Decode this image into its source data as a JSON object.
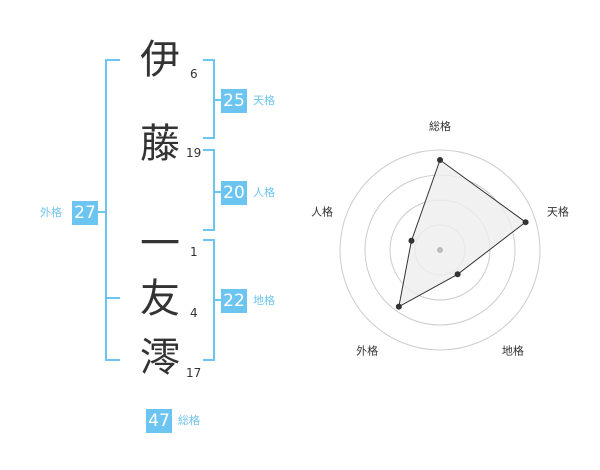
{
  "name": {
    "chars": [
      {
        "char": "伊",
        "strokes": "6"
      },
      {
        "char": "藤",
        "strokes": "19"
      },
      {
        "char": "一",
        "strokes": "1"
      },
      {
        "char": "友",
        "strokes": "4"
      },
      {
        "char": "澪",
        "strokes": "17"
      }
    ]
  },
  "kakusu": {
    "tenkaku": {
      "value": "25",
      "label": "天格"
    },
    "jinkaku": {
      "value": "20",
      "label": "人格"
    },
    "chikaku": {
      "value": "22",
      "label": "地格"
    },
    "gaikaku": {
      "value": "27",
      "label": "外格"
    },
    "soukaku": {
      "value": "47",
      "label": "総格"
    }
  },
  "colors": {
    "accent": "#6cc4f0",
    "text": "#333333",
    "grid": "#cccccc",
    "fill": "#eeeeee"
  },
  "chart_data": {
    "type": "radar",
    "axes": [
      "総格",
      "天格",
      "地格",
      "外格",
      "人格"
    ],
    "values": [
      0.9,
      0.9,
      0.3,
      0.7,
      0.3
    ],
    "range": [
      0,
      1
    ],
    "rings": 4
  }
}
